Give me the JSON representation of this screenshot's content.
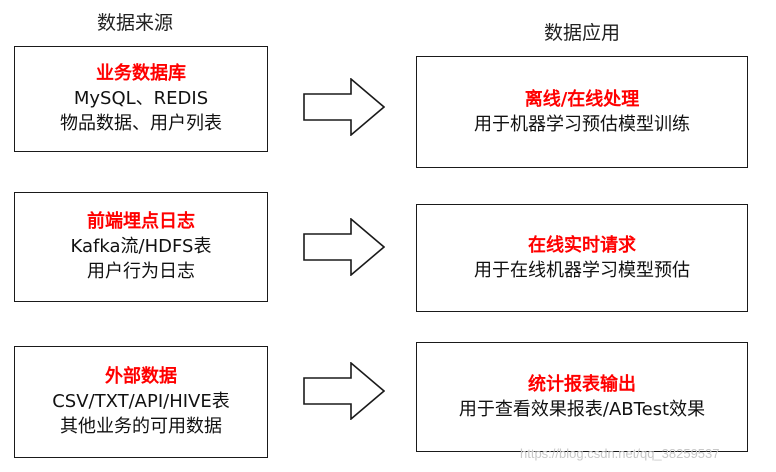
{
  "columns": {
    "left_title": "数据来源",
    "right_title": "数据应用"
  },
  "sources": [
    {
      "title": "业务数据库",
      "lines": [
        "MySQL、REDIS",
        "物品数据、用户列表"
      ]
    },
    {
      "title": "前端埋点日志",
      "lines": [
        "Kafka流/HDFS表",
        "用户行为日志"
      ]
    },
    {
      "title": "外部数据",
      "lines": [
        "CSV/TXT/API/HIVE表",
        "其他业务的可用数据"
      ]
    }
  ],
  "applications": [
    {
      "title": "离线/在线处理",
      "lines": [
        "用于机器学习预估模型训练"
      ]
    },
    {
      "title": "在线实时请求",
      "lines": [
        "用于在线机器学习模型预估"
      ]
    },
    {
      "title": "统计报表输出",
      "lines": [
        "用于查看效果报表/ABTest效果"
      ]
    }
  ],
  "watermark": "https://blog.csdn.net/qq_38259537",
  "colors": {
    "title_red": "#ff0000",
    "border": "#1a1a1a",
    "text": "#111111"
  }
}
